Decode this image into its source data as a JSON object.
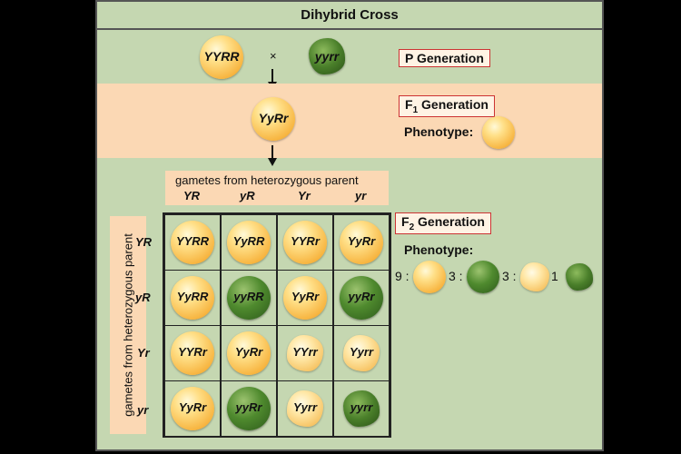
{
  "title": "Dihybrid Cross",
  "p_generation": {
    "label": "P Generation",
    "parent1": "YYRR",
    "parent2": "yyrr",
    "cross_symbol": "×"
  },
  "f1_generation": {
    "label_main": "F",
    "label_sub": "1",
    "label_rest": " Generation",
    "genotype": "YyRr",
    "phenotype_label": "Phenotype:"
  },
  "gametes_top": {
    "label": "gametes from heterozygous parent",
    "alleles": [
      "YR",
      "yR",
      "Yr",
      "yr"
    ]
  },
  "gametes_side": {
    "label": "gametes from heterozygous parent",
    "alleles": [
      "YR",
      "yR",
      "Yr",
      "yr"
    ]
  },
  "punnett": [
    [
      "YYRR",
      "YyRR",
      "YYRr",
      "YyRr"
    ],
    [
      "YyRR",
      "yyRR",
      "YyRr",
      "yyRr"
    ],
    [
      "YYRr",
      "YyRr",
      "YYrr",
      "Yyrr"
    ],
    [
      "YyRr",
      "yyRr",
      "Yyrr",
      "yyrr"
    ]
  ],
  "punnett_colors": [
    [
      "yellow",
      "yellow",
      "yellow",
      "yellow"
    ],
    [
      "yellow",
      "green",
      "yellow",
      "green"
    ],
    [
      "yellow",
      "yellow",
      "wrinkled-y",
      "wrinkled-y"
    ],
    [
      "yellow",
      "green",
      "wrinkled-y",
      "wrinkled-g"
    ]
  ],
  "f2_generation": {
    "label_main": "F",
    "label_sub": "2",
    "label_rest": " Generation",
    "phenotype_label": "Phenotype:",
    "ratio": [
      "9 :",
      "3 :",
      "3 :",
      "1"
    ]
  }
}
